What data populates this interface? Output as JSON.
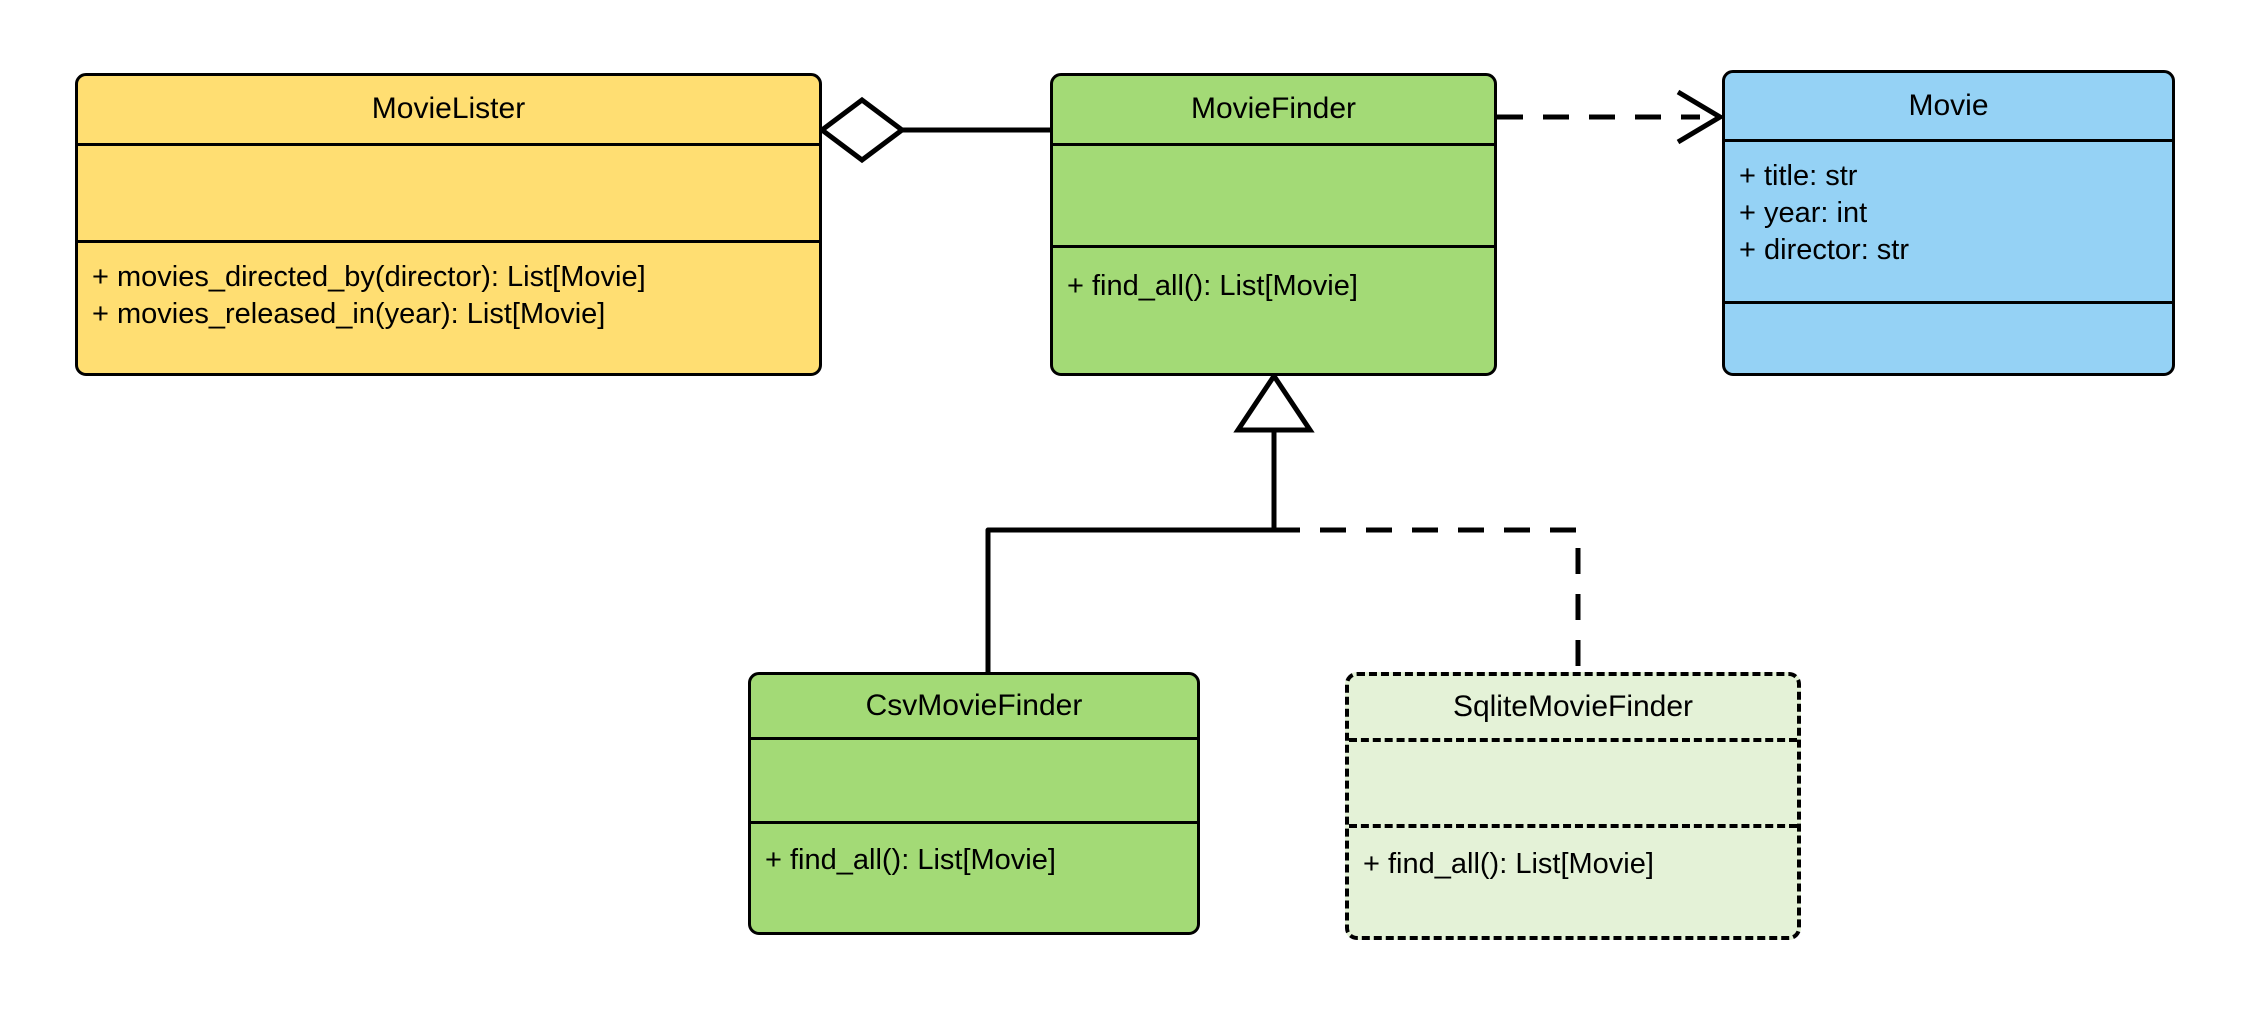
{
  "diagram": {
    "kind": "uml-class-diagram",
    "background": "#ffffff",
    "stroke": "#000000",
    "classes": [
      {
        "id": "movielister",
        "name": "MovieLister",
        "fill": "#FFDE72",
        "border": "solid",
        "attributes": [],
        "operations": [
          "+ movies_directed_by(director): List[Movie]",
          "+ movies_released_in(year): List[Movie]"
        ]
      },
      {
        "id": "moviefinder",
        "name": "MovieFinder",
        "fill": "#A3DA76",
        "border": "solid",
        "attributes": [],
        "operations": [
          "+ find_all(): List[Movie]"
        ]
      },
      {
        "id": "movie",
        "name": "Movie",
        "fill": "#95D2F5",
        "border": "solid",
        "attributes": [
          "+ title: str",
          "+ year: int",
          "+ director: str"
        ],
        "operations": []
      },
      {
        "id": "csvmoviefinder",
        "name": "CsvMovieFinder",
        "fill": "#A3DA76",
        "border": "solid",
        "attributes": [],
        "operations": [
          "+ find_all(): List[Movie]"
        ]
      },
      {
        "id": "sqlitemoviefinder",
        "name": "SqliteMovieFinder",
        "fill": "#E4F2D7",
        "border": "dashed",
        "attributes": [],
        "operations": [
          "+ find_all(): List[Movie]"
        ]
      }
    ],
    "relationships": [
      {
        "id": "lister-has-finder",
        "type": "aggregation",
        "from": "MovieLister",
        "to": "MovieFinder",
        "line": "solid",
        "source_marker": "hollow-diamond",
        "target_marker": "none"
      },
      {
        "id": "finder-uses-movie",
        "type": "dependency",
        "from": "MovieFinder",
        "to": "Movie",
        "line": "dashed",
        "source_marker": "none",
        "target_marker": "open-arrow"
      },
      {
        "id": "csv-extends-finder",
        "type": "generalization",
        "from": "CsvMovieFinder",
        "to": "MovieFinder",
        "line": "solid",
        "source_marker": "none",
        "target_marker": "hollow-triangle"
      },
      {
        "id": "sqlite-extends-finder",
        "type": "generalization",
        "from": "SqliteMovieFinder",
        "to": "MovieFinder",
        "line": "dashed",
        "source_marker": "none",
        "target_marker": "hollow-triangle"
      }
    ]
  }
}
